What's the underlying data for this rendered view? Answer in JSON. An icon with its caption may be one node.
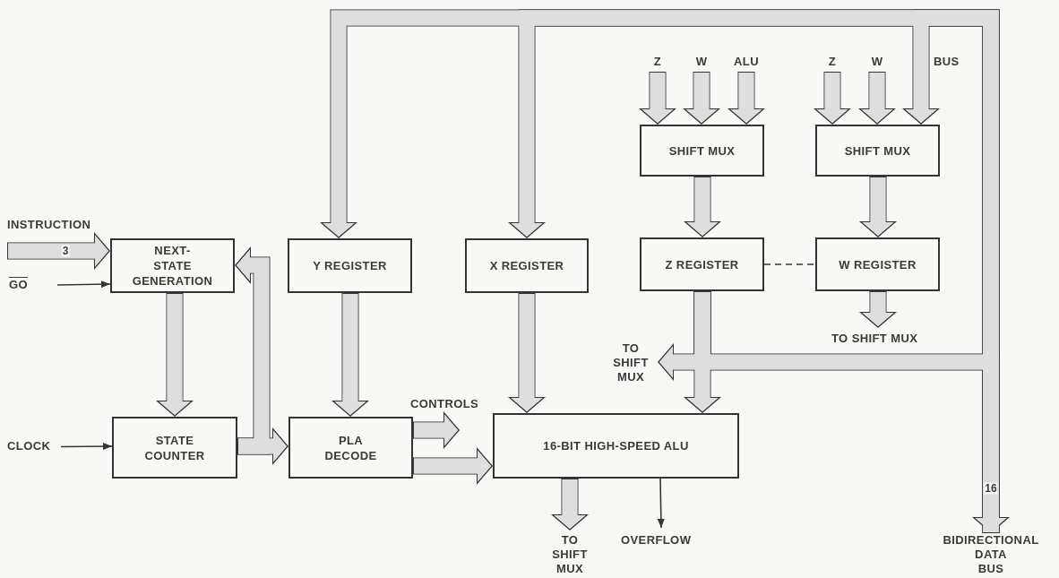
{
  "diagram": {
    "nodes": [
      {
        "text": [
          "NEXT- STATE GENERATION"
        ]
      },
      {
        "text": [
          "Y REGISTER"
        ]
      },
      {
        "text": [
          "X REGISTER"
        ]
      },
      {
        "text": [
          "SHIFT MUX"
        ]
      },
      {
        "text": [
          "SHIFT MUX"
        ]
      },
      {
        "text": [
          "Z REGISTER"
        ]
      },
      {
        "text": [
          "W REGISTER"
        ]
      },
      {
        "text": [
          "STATE COUNTER"
        ]
      },
      {
        "text": [
          "PLA DECODE"
        ]
      },
      {
        "text": [
          "16-BIT HIGH-SPEED ALU"
        ]
      },
      {
        "text": [
          "INSTRUCTION"
        ]
      },
      {
        "text": [
          "GO"
        ]
      },
      {
        "text": [
          "CLOCK"
        ]
      },
      {
        "text": [
          "CONTROLS"
        ]
      },
      {
        "text": [
          "TO SHIFT MUX"
        ]
      },
      {
        "text": [
          "OVERFLOW"
        ]
      },
      {
        "text": [
          "TO SHIFT MUX"
        ]
      },
      {
        "text": [
          "TO SHIFT MUX"
        ]
      },
      {
        "text": [
          "BIDIRECTIONAL DATA BUS"
        ]
      },
      {
        "text": [
          "Z"
        ]
      },
      {
        "text": [
          "W"
        ]
      },
      {
        "text": [
          "ALU"
        ]
      },
      {
        "text": [
          "Z"
        ]
      },
      {
        "text": [
          "W"
        ]
      }
    ],
    "edges": [
      {
        "from": 10,
        "to": 0,
        "arrow": "to",
        "label": "3"
      },
      {
        "from": 11,
        "to": 0,
        "arrow": "to"
      },
      {
        "from": 0,
        "to": 7,
        "arrow": "to"
      },
      {
        "from": 7,
        "to": 0,
        "arrow": "to"
      },
      {
        "from": 7,
        "to": 8,
        "arrow": "to"
      },
      {
        "from": 12,
        "to": 7,
        "arrow": "to"
      },
      {
        "from": 1,
        "to": 8,
        "arrow": "to"
      },
      {
        "from": 8,
        "to": 13,
        "arrow": "to"
      },
      {
        "from": 8,
        "to": 9,
        "arrow": "to"
      },
      {
        "from": 2,
        "to": 9,
        "arrow": "to"
      },
      {
        "from": 18,
        "to": 1,
        "arrow": "to"
      },
      {
        "from": 18,
        "to": 2,
        "arrow": "to"
      },
      {
        "from": 18,
        "to": 4,
        "arrow": "to"
      },
      {
        "from": 3,
        "to": 5,
        "arrow": "to"
      },
      {
        "from": 4,
        "to": 6,
        "arrow": "to"
      },
      {
        "from": 6,
        "to": 17,
        "arrow": "to"
      },
      {
        "from": 5,
        "to": 9,
        "arrow": "to"
      },
      {
        "from": 5,
        "to": 16,
        "arrow": "to"
      },
      {
        "from": 5,
        "to": 18,
        "arrow": "to",
        "label": "16"
      },
      {
        "from": 5,
        "to": 6,
        "arrow": "none",
        "style": "dashed"
      },
      {
        "from": 9,
        "to": 14,
        "arrow": "to"
      },
      {
        "from": 9,
        "to": 15,
        "arrow": "to"
      },
      {
        "from": 19,
        "to": 3,
        "arrow": "to"
      },
      {
        "from": 20,
        "to": 3,
        "arrow": "to"
      },
      {
        "from": 21,
        "to": 3,
        "arrow": "to"
      },
      {
        "from": 22,
        "to": 4,
        "arrow": "to"
      },
      {
        "from": 23,
        "to": 4,
        "arrow": "to"
      }
    ],
    "labels": [
      "BUS"
    ]
  }
}
